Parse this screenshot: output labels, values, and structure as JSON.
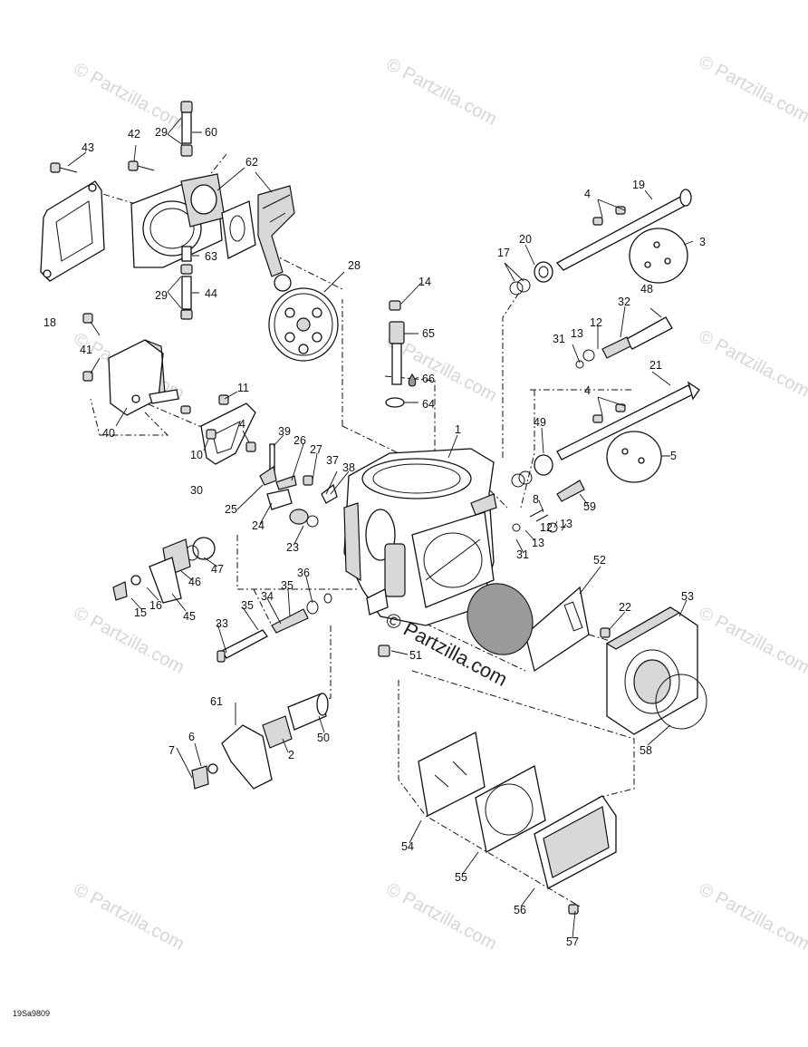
{
  "diagram": {
    "code": "19Sa9809",
    "watermark": {
      "text": "© Partzilla.com",
      "center_text": "© Partzilla.com"
    },
    "callouts": [
      "1",
      "2",
      "3",
      "4",
      "5",
      "6",
      "7",
      "8",
      "10",
      "11",
      "12",
      "13",
      "14",
      "15",
      "16",
      "17",
      "18",
      "19",
      "20",
      "21",
      "22",
      "23",
      "24",
      "25",
      "26",
      "27",
      "28",
      "29",
      "30",
      "31",
      "32",
      "33",
      "34",
      "35",
      "36",
      "37",
      "38",
      "39",
      "40",
      "41",
      "42",
      "43",
      "44",
      "45",
      "46",
      "47",
      "48",
      "49",
      "50",
      "51",
      "52",
      "53",
      "54",
      "55",
      "56",
      "57",
      "58",
      "59",
      "60",
      "61",
      "62",
      "63",
      "64",
      "65",
      "66"
    ]
  }
}
